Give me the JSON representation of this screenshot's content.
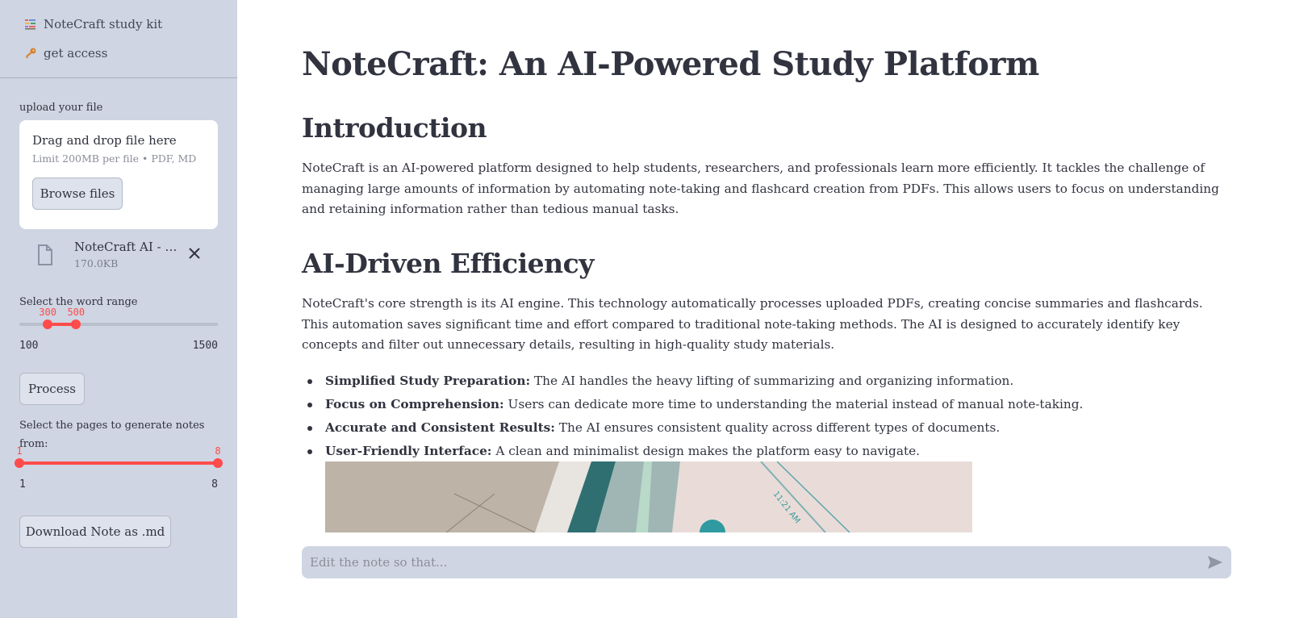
{
  "sidebar": {
    "nav": [
      {
        "label": "NoteCraft study kit",
        "icon": "books-icon"
      },
      {
        "label": "get access",
        "icon": "key-icon"
      }
    ],
    "upload": {
      "label": "upload your file",
      "dropzone_title": "Drag and drop file here",
      "dropzone_limit": "Limit 200MB per file • PDF, MD",
      "browse_label": "Browse files"
    },
    "file": {
      "name": "NoteCraft AI - De...",
      "size": "170.0KB"
    },
    "word_range": {
      "label": "Select the word range",
      "min": 100,
      "max": 1500,
      "low": 300,
      "high": 500,
      "min_label": "100",
      "max_label": "1500",
      "low_label": "300",
      "high_label": "500"
    },
    "process_label": "Process",
    "pages": {
      "label": "Select the pages to generate notes from:",
      "min": 1,
      "max": 8,
      "low": 1,
      "high": 8,
      "min_label": "1",
      "max_label": "8",
      "low_label": "1",
      "high_label": "8"
    },
    "download_label": "Download Note as .md"
  },
  "main": {
    "title": "NoteCraft: An AI-Powered Study Platform",
    "intro_heading": "Introduction",
    "intro_text": "NoteCraft is an AI-powered platform designed to help students, researchers, and professionals learn more efficiently. It tackles the challenge of managing large amounts of information by automating note-taking and flashcard creation from PDFs. This allows users to focus on understanding and retaining information rather than tedious manual tasks.",
    "ai_heading": "AI-Driven Efficiency",
    "ai_text": "NoteCraft's core strength is its AI engine. This technology automatically processes uploaded PDFs, creating concise summaries and flashcards. This automation saves significant time and effort compared to traditional note-taking methods. The AI is designed to accurately identify key concepts and filter out unnecessary details, resulting in high-quality study materials.",
    "bullets": [
      {
        "bold": "Simplified Study Preparation:",
        "text": " The AI handles the heavy lifting of summarizing and organizing information."
      },
      {
        "bold": "Focus on Comprehension:",
        "text": " Users can dedicate more time to understanding the material instead of manual note-taking."
      },
      {
        "bold": "Accurate and Consistent Results:",
        "text": " The AI ensures consistent quality across different types of documents."
      },
      {
        "bold": "User-Friendly Interface:",
        "text": " A clean and minimalist design makes the platform easy to navigate."
      }
    ],
    "image_text": "11:21 AM"
  },
  "chat": {
    "placeholder": "Edit the note so that..."
  },
  "colors": {
    "sidebar_bg": "#cfd5e2",
    "accent": "#ff4b4b",
    "text": "#31333f"
  }
}
